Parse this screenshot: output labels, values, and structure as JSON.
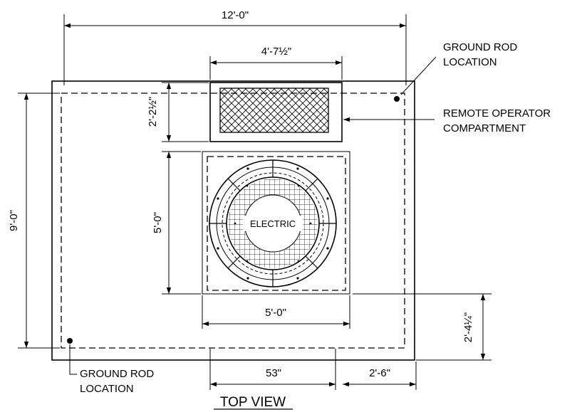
{
  "dimensions": {
    "overall_width": "12'-0\"",
    "overall_height": "9'-0\"",
    "compartment_width": "4'-7½\"",
    "compartment_depth": "2'-2½\"",
    "vault_height": "5'-0\"",
    "vault_width": "5'-0\"",
    "bottom_offset": "2'-4¼\"",
    "bottom_width_53": "53\"",
    "bottom_right": "2'-6\""
  },
  "callouts": {
    "ground_rod_top_line1": "GROUND ROD",
    "ground_rod_top_line2": "LOCATION",
    "remote_line1": "REMOTE OPERATOR",
    "remote_line2": "COMPARTMENT",
    "ground_rod_bottom_line1": "GROUND ROD",
    "ground_rod_bottom_line2": "LOCATION"
  },
  "cover_label": "ELECTRIC",
  "view_title": "TOP VIEW"
}
